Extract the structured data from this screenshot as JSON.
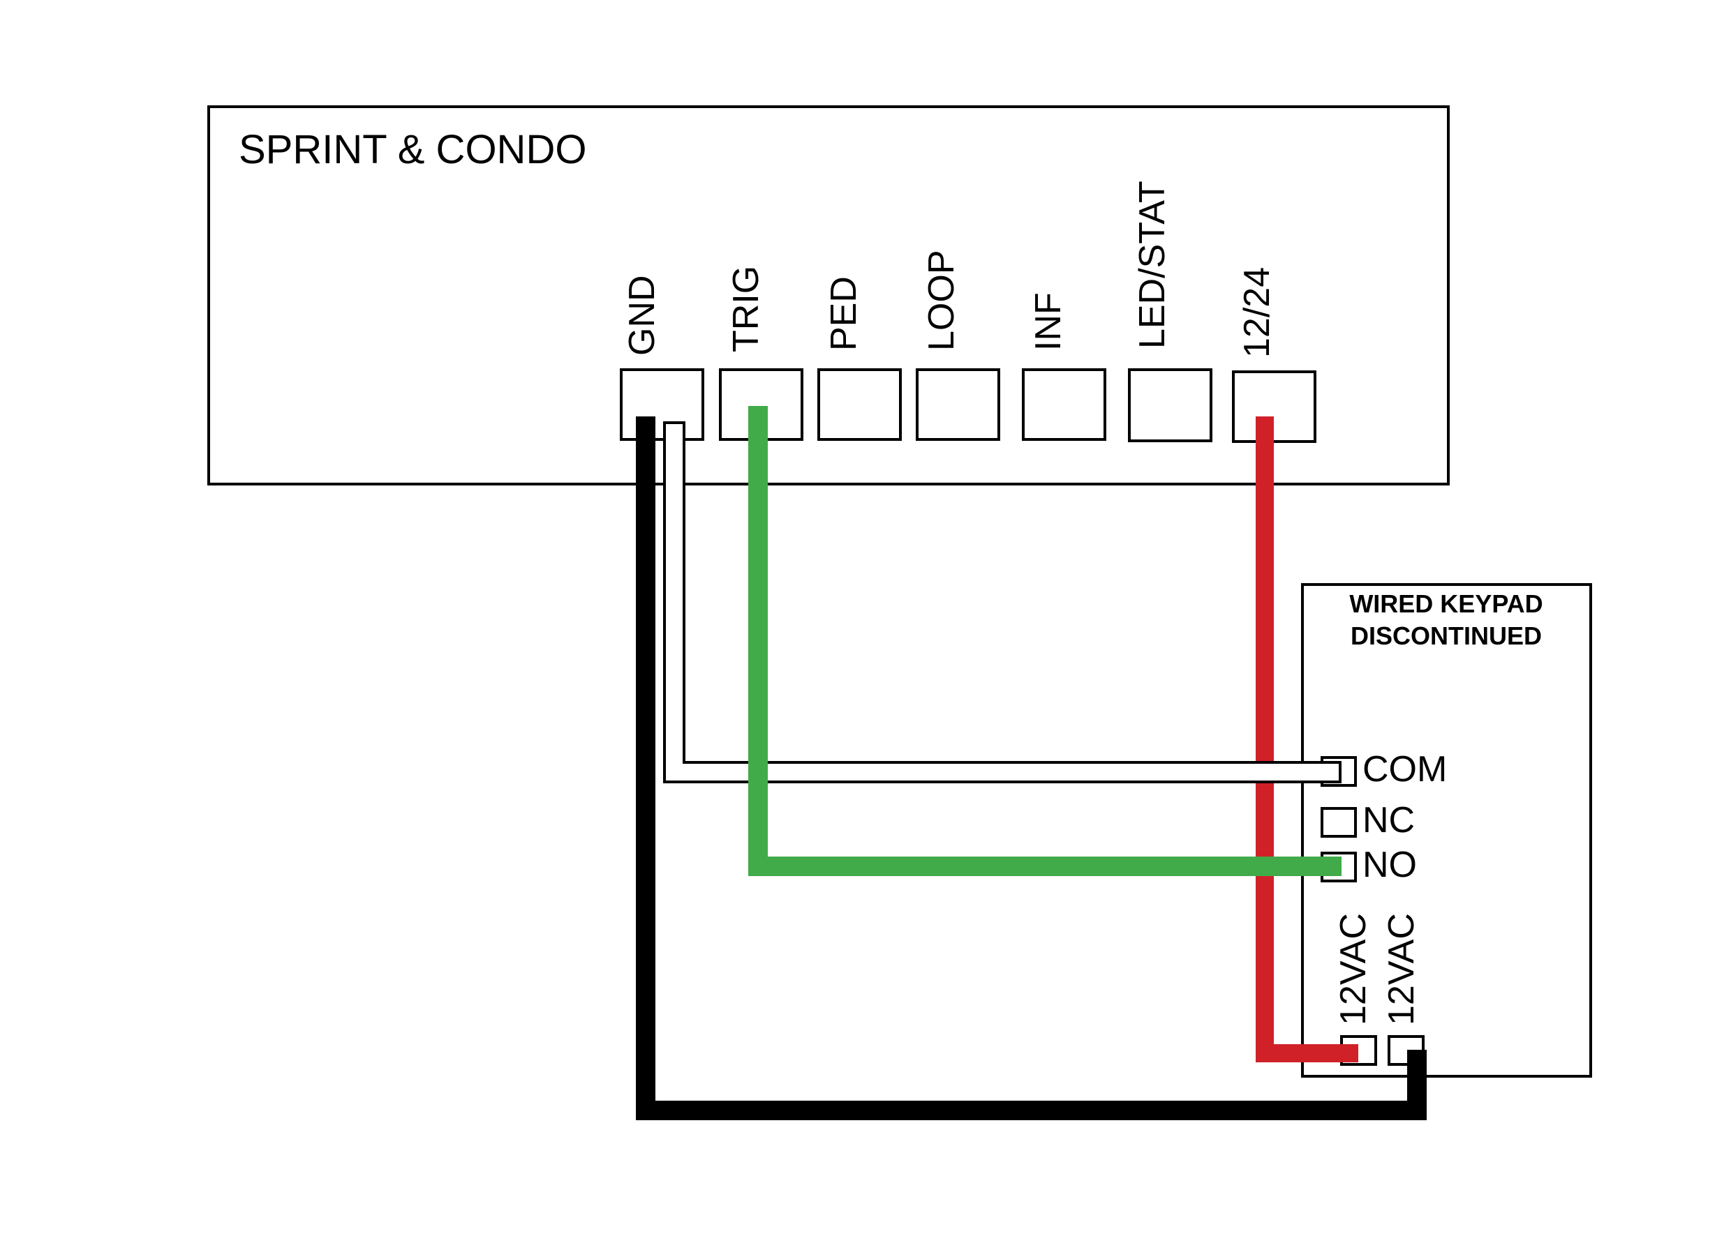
{
  "controller": {
    "title": "SPRINT & CONDO",
    "terminals": [
      {
        "id": "gnd",
        "label": "GND"
      },
      {
        "id": "trig",
        "label": "TRIG"
      },
      {
        "id": "ped",
        "label": "PED"
      },
      {
        "id": "loop",
        "label": "LOOP"
      },
      {
        "id": "inf",
        "label": "INF"
      },
      {
        "id": "led-stat",
        "label": "LED/STAT"
      },
      {
        "id": "12-24",
        "label": "12/24"
      }
    ]
  },
  "keypad": {
    "title_line1": "WIRED KEYPAD",
    "title_line2": "DISCONTINUED",
    "relay_terminals": [
      {
        "id": "com",
        "label": "COM"
      },
      {
        "id": "nc",
        "label": "NC"
      },
      {
        "id": "no",
        "label": "NO"
      }
    ],
    "power_terminals": [
      {
        "id": "12vac-1",
        "label": "12VAC"
      },
      {
        "id": "12vac-2",
        "label": "12VAC"
      }
    ]
  },
  "wires": [
    {
      "id": "black",
      "from": "GND",
      "to": "12VAC (2)",
      "color": "#000000"
    },
    {
      "id": "white",
      "from": "GND",
      "to": "COM",
      "color": "#ffffff"
    },
    {
      "id": "green",
      "from": "TRIG",
      "to": "NO",
      "color": "#41ab49"
    },
    {
      "id": "red",
      "from": "12/24",
      "to": "12VAC (1)",
      "color": "#d02128"
    }
  ]
}
